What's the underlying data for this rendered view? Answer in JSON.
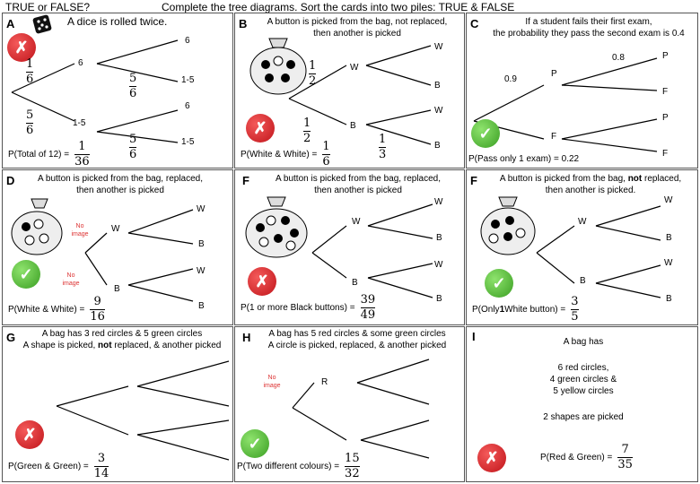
{
  "header": {
    "title_left": "TRUE or FALSE?",
    "title_main": "Complete the tree diagrams.   Sort the cards into two piles: TRUE & FALSE"
  },
  "colors": {
    "cross": "#d42a2a",
    "tick": "#5bc23a",
    "border": "#555555"
  },
  "icons": {
    "cross": "✗",
    "tick": "✓"
  },
  "cards": {
    "A": {
      "letter": "A",
      "title": "A dice is rolled twice.",
      "badge": "cross",
      "first": {
        "top": "6",
        "bottom": "1-5"
      },
      "first_probs": {
        "top": [
          "1",
          "6"
        ],
        "bottom": [
          "5",
          "6"
        ]
      },
      "second_top": {
        "top": "6",
        "bottom": "1-5",
        "prob": [
          "5",
          "6"
        ]
      },
      "second_bottom": {
        "top": "6",
        "bottom": "1-5",
        "prob": [
          "5",
          "6"
        ]
      },
      "answer": {
        "label": "P(Total of 12) =",
        "num": "1",
        "den": "36"
      }
    },
    "B": {
      "letter": "B",
      "title1": "A button is picked from the bag, not replaced,",
      "title2": "then another is picked",
      "badge": "cross",
      "first": {
        "top": "W",
        "bottom": "B"
      },
      "first_probs": {
        "top": [
          "1",
          "2"
        ],
        "bottom": [
          "1",
          "2"
        ]
      },
      "second_top": {
        "top": "W",
        "bottom": "B"
      },
      "second_bottom": {
        "top": "W",
        "bottom": "B",
        "prob": [
          "1",
          "3"
        ]
      },
      "answer": {
        "label": "P(White & White) =",
        "num": "1",
        "den": "6"
      }
    },
    "C": {
      "letter": "C",
      "title1": "If a student fails their first exam,",
      "title2": "the probability they pass the second exam is 0.4",
      "badge": "tick",
      "first": {
        "top": "P",
        "bottom": "F"
      },
      "first_top_prob": "0.9",
      "second_top": {
        "top": "P",
        "bottom": "F",
        "prob": "0.8"
      },
      "second_bottom": {
        "top": "P",
        "bottom": "F"
      },
      "answer": {
        "label": "P(Pass only 1 exam) = 0.22"
      }
    },
    "D": {
      "letter": "D",
      "title1": "A button is picked from the bag, replaced,",
      "title2": "then another is picked",
      "badge": "tick",
      "no_image_1": "No image",
      "no_image_2": "No image",
      "first": {
        "top": "W",
        "bottom": "B"
      },
      "second_top": {
        "top": "W",
        "bottom": "B"
      },
      "second_bottom": {
        "top": "W",
        "bottom": "B"
      },
      "answer": {
        "label": "P(White & White) =",
        "num": "9",
        "den": "16"
      }
    },
    "E": {
      "letter": "F",
      "title1": "A button is picked from the bag, replaced,",
      "title2": "then another is picked",
      "badge": "cross",
      "first": {
        "top": "W",
        "bottom": "B"
      },
      "second_top": {
        "top": "W",
        "bottom": "B"
      },
      "second_bottom": {
        "top": "W",
        "bottom": "B"
      },
      "answer": {
        "label": "P(1 or more Black buttons) =",
        "num": "39",
        "den": "49"
      }
    },
    "F": {
      "letter": "F",
      "title1_a": "A button is picked from the bag, ",
      "title1_b": "not",
      "title1_c": " replaced,",
      "title2": "then another is picked.",
      "badge": "tick",
      "first": {
        "top": "W",
        "bottom": "B"
      },
      "second_top": {
        "top": "W",
        "bottom": "B"
      },
      "second_bottom": {
        "top": "W",
        "bottom": "B"
      },
      "answer_a": "P(Only ",
      "answer_b": "1",
      "answer_c": " White button) =",
      "answer": {
        "num": "3",
        "den": "5"
      }
    },
    "G": {
      "letter": "G",
      "title1": "A bag has 3 red circles & 5 green circles",
      "title2_a": "A shape is picked, ",
      "title2_b": "not",
      "title2_c": " replaced, & another picked",
      "badge": "cross",
      "answer": {
        "label": "P(Green & Green) =",
        "num": "3",
        "den": "14"
      }
    },
    "H": {
      "letter": "H",
      "title1": "A bag has 5 red circles & some green circles",
      "title2": "A circle is picked, replaced, & another picked",
      "badge": "tick",
      "no_image": "No image",
      "first_branch": "R",
      "answer": {
        "label": "P(Two different colours) =",
        "num": "15",
        "den": "32"
      }
    },
    "I": {
      "letter": "I",
      "line1": "A bag has",
      "line2": "6 red circles,",
      "line3": "4 green circles &",
      "line4": "5 yellow circles",
      "line5": "2 shapes are picked",
      "badge": "cross",
      "answer": {
        "label": "P(Red & Green) =",
        "num": "7",
        "den": "35"
      }
    }
  }
}
